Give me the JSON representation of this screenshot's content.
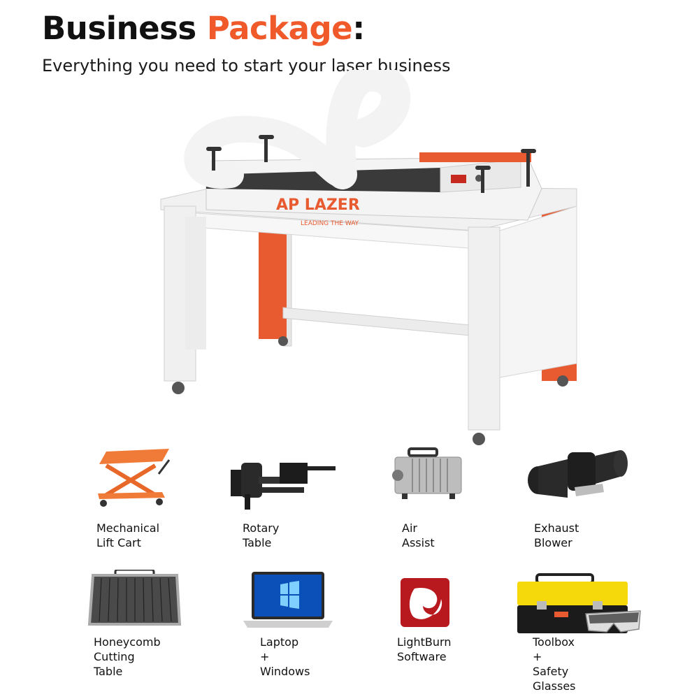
{
  "header": {
    "title_main": "Business",
    "title_accent": "Package",
    "title_colon": ":",
    "subtitle": "Everything you need to start your laser business"
  },
  "hero": {
    "brand": "AP LAZER",
    "tagline": "LEADING THE WAY",
    "icon": "laser-engraver-machine"
  },
  "colors": {
    "accent": "#f0592a",
    "text": "#111111",
    "background": "#ffffff"
  },
  "items": [
    {
      "label": "Mechanical\nLift Cart",
      "icon": "lift-cart"
    },
    {
      "label": "Rotary Table",
      "icon": "rotary-table"
    },
    {
      "label": "Air Assist",
      "icon": "air-pump"
    },
    {
      "label": "Exhaust Blower",
      "icon": "exhaust-blower"
    },
    {
      "label": "Honeycomb\nCutting Table",
      "icon": "honeycomb-table"
    },
    {
      "label": "Laptop +\nWindows",
      "icon": "laptop"
    },
    {
      "label": "LightBurn\nSoftware",
      "icon": "lightburn-logo"
    },
    {
      "label": "Toolbox +\nSafety Glasses",
      "icon": "toolbox-glasses"
    }
  ]
}
